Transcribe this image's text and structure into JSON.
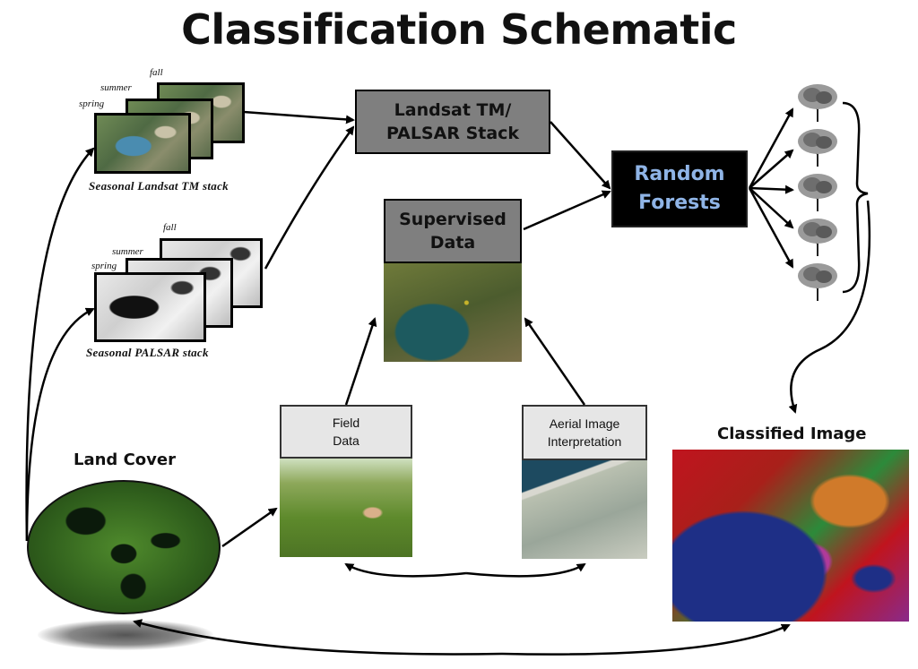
{
  "title": "Classification Schematic",
  "landsat_stack": {
    "seasons": [
      "fall",
      "summer",
      "spring"
    ],
    "caption": "Seasonal Landsat TM stack"
  },
  "palsar_stack": {
    "seasons": [
      "fall",
      "summer",
      "spring"
    ],
    "caption": "Seasonal PALSAR stack"
  },
  "stack_box": {
    "line1": "Landsat TM/",
    "line2": "PALSAR Stack"
  },
  "supervised_box": {
    "line1": "Supervised",
    "line2": "Data"
  },
  "random_forests": {
    "line1": "Random",
    "line2": "Forests",
    "color": "#8fb4e6"
  },
  "field_box": {
    "line1": "Field",
    "line2": "Data"
  },
  "aerial_box": {
    "line1": "Aerial Image",
    "line2": "Interpretation"
  },
  "land_cover_label": "Land Cover",
  "classified_label": "Classified Image",
  "tree_count": 5,
  "colors": {
    "gray_box": "#7f7f7f",
    "light_box": "#e6e6e6",
    "water": "#1e2f86",
    "veg": "#c0141e"
  }
}
